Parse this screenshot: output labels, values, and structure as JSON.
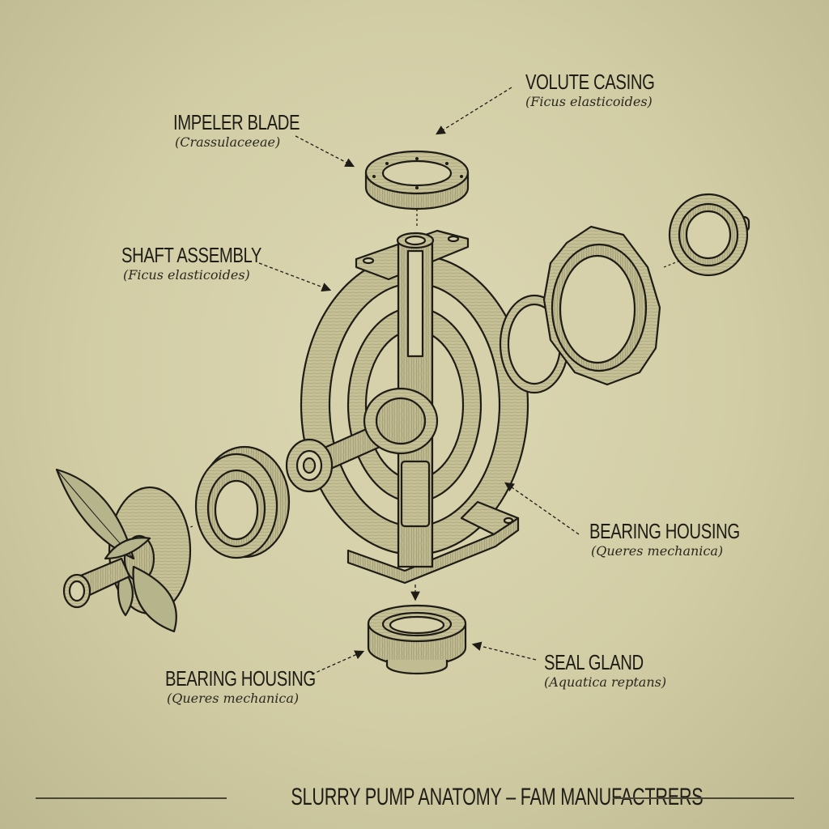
{
  "diagram": {
    "type": "exploded-view technical illustration",
    "subject": "slurry pump",
    "palette": {
      "background": "#d3cea6",
      "ink": "#1e1c16",
      "part_fill": "#c9c39a",
      "part_shade": "#aea77c",
      "leaf_fill": "#b6b48a"
    }
  },
  "labels": [
    {
      "id": "impeler-blade",
      "name": "IMPELER BLADE",
      "latin": "(Crassulaceeae)"
    },
    {
      "id": "volute-casing",
      "name": "VOLUTE CASING",
      "latin": "(Ficus elasticoides)"
    },
    {
      "id": "shaft-assembly",
      "name": "SHAFT ASSEMBLY",
      "latin": "(Ficus elasticoides)"
    },
    {
      "id": "bearing-housing-right",
      "name": "BEARING HOUSING",
      "latin": "(Queres mechanica)"
    },
    {
      "id": "bearing-housing-left",
      "name": "BEARING HOUSING",
      "latin": "(Queres mechanica)"
    },
    {
      "id": "seal-gland",
      "name": "SEAL GLAND",
      "latin": "(Aquatica reptans)"
    }
  ],
  "caption": {
    "title": "SLURRY PUMP ANATOMY – FAM MANUFACTRERS"
  }
}
